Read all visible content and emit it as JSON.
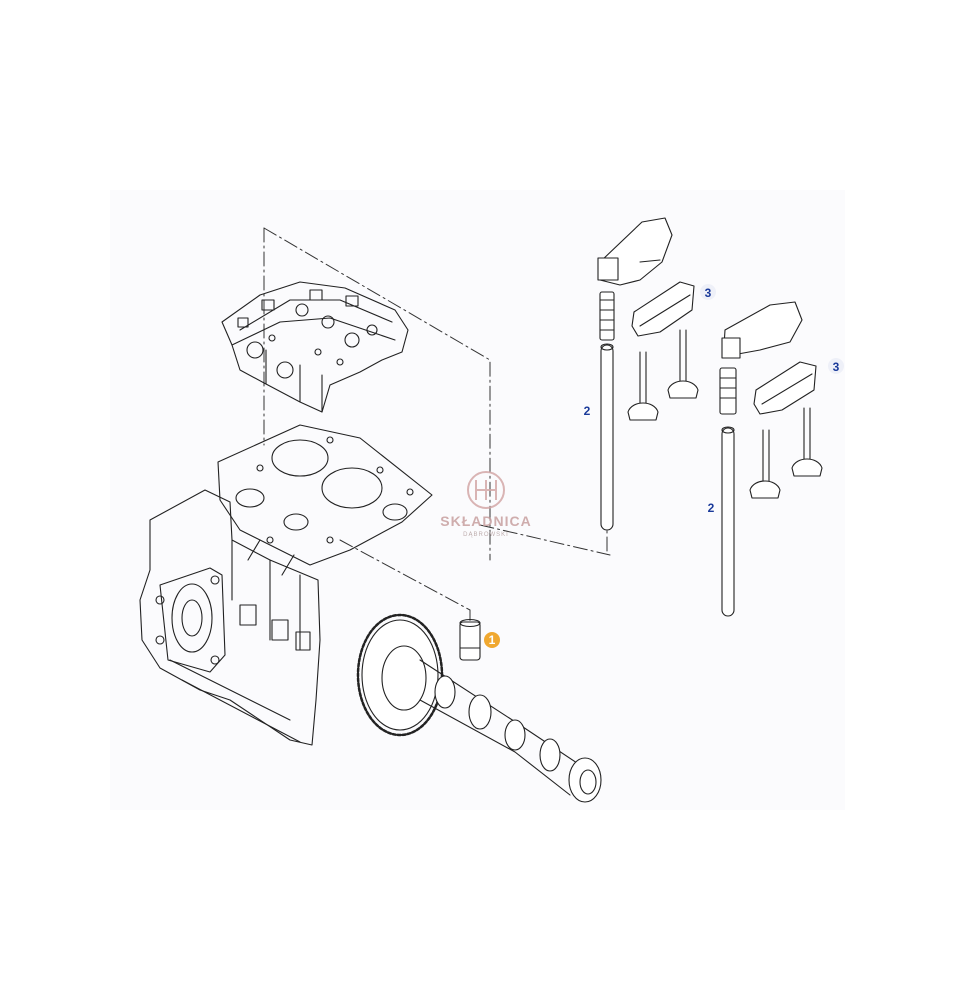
{
  "callouts": [
    {
      "label": "1",
      "color": "#f0a830",
      "text_color": "#ffffff",
      "style": "filled-circle"
    },
    {
      "label": "2",
      "color": "#1a3a9a",
      "style": "plain"
    },
    {
      "label": "2",
      "color": "#1a3a9a",
      "style": "plain"
    },
    {
      "label": "3",
      "color": "#1a3a9a",
      "style": "soft-circle"
    },
    {
      "label": "3",
      "color": "#1a3a9a",
      "style": "soft-circle"
    }
  ],
  "watermark": {
    "name": "SKŁADNICA",
    "sub": "DĄBROWSKI",
    "color": "#c8a0a0"
  },
  "colors": {
    "line": "#222222",
    "dash": "#333333",
    "panel": "#fbfbfd"
  }
}
